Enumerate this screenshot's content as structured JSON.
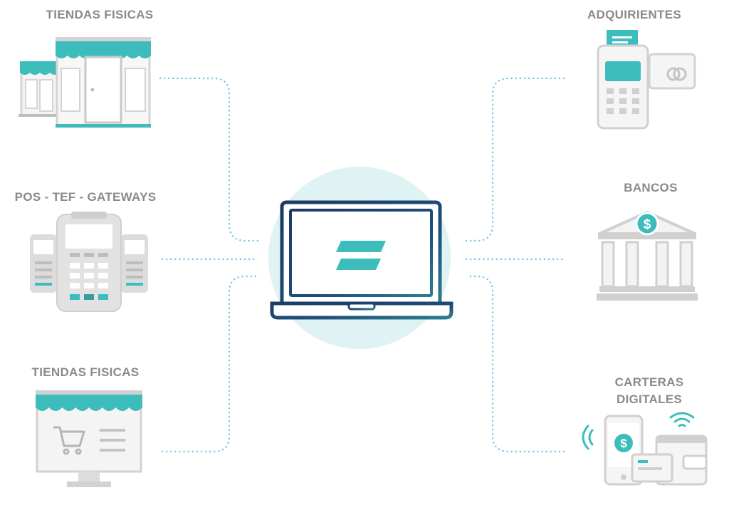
{
  "left": {
    "top_label": "TIENDAS FISICAS",
    "middle_label": "POS - TEF - GATEWAYS",
    "bottom_label": "TIENDAS FISICAS"
  },
  "right": {
    "top_label": "ADQUIRIENTES",
    "middle_label": "BANCOS",
    "bottom_label_line1": "CARTERAS",
    "bottom_label_line2": "DIGITALES"
  },
  "icons": {
    "bank_symbol": "$",
    "wallet_symbol": "$"
  },
  "colors": {
    "teal": "#3dbcbc",
    "teal_dark": "#3a9d9d",
    "navy": "#1e3a66",
    "gray": "#cfcfcf",
    "gray_dark": "#a9a9a9",
    "halo": "#dff2f4",
    "dots": "#6ec6e0"
  }
}
